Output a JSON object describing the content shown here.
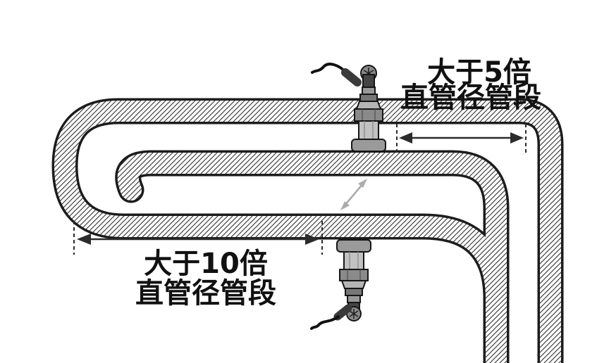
{
  "diagram": {
    "description": "Ultrasonic flowmeter transducer installation diagram showing required straight pipe runs around two pipe elbows",
    "annotations": {
      "downstream_run": {
        "line1": "大于5倍",
        "line2": "直管径管段"
      },
      "upstream_run": {
        "line1": "大于10倍",
        "line2": "直管径管段"
      }
    },
    "colors": {
      "outline": "#1c1c1c",
      "hatch_line": "#2e2e2e",
      "dimension": "#2b2b2b",
      "signal_arrow": "#ababab",
      "metal_dark": "#454545",
      "metal_mid": "#8a8a8a",
      "metal_light": "#c2c2c2"
    }
  }
}
